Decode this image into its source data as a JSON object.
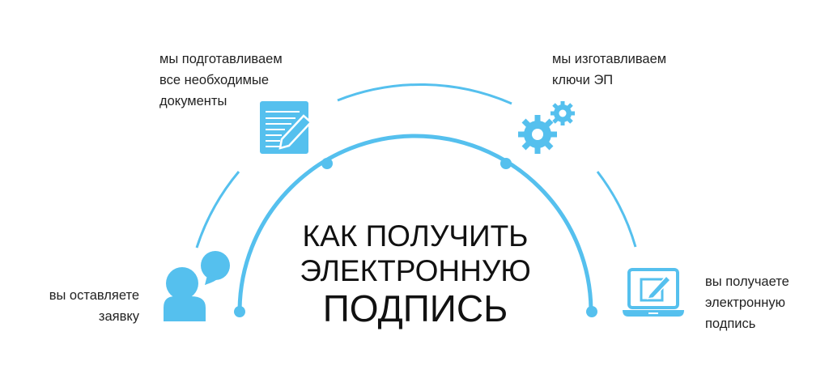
{
  "title": {
    "line1": "КАК ПОЛУЧИТЬ",
    "line2": "ЭЛЕКТРОННУЮ",
    "line3": "ПОДПИСЬ"
  },
  "steps": [
    {
      "icon": "chat-people-icon",
      "lines": [
        "вы оставляете",
        "заявку"
      ]
    },
    {
      "icon": "document-edit-icon",
      "lines": [
        "мы подготавливаем",
        "все необходимые",
        "документы"
      ]
    },
    {
      "icon": "gears-icon",
      "lines": [
        "мы изготавливаем",
        "ключи ЭП"
      ]
    },
    {
      "icon": "laptop-signature-icon",
      "lines": [
        "вы получаете",
        "электронную",
        "подпись"
      ]
    }
  ],
  "colors": {
    "accent": "#55c0ee",
    "text": "#222222"
  }
}
